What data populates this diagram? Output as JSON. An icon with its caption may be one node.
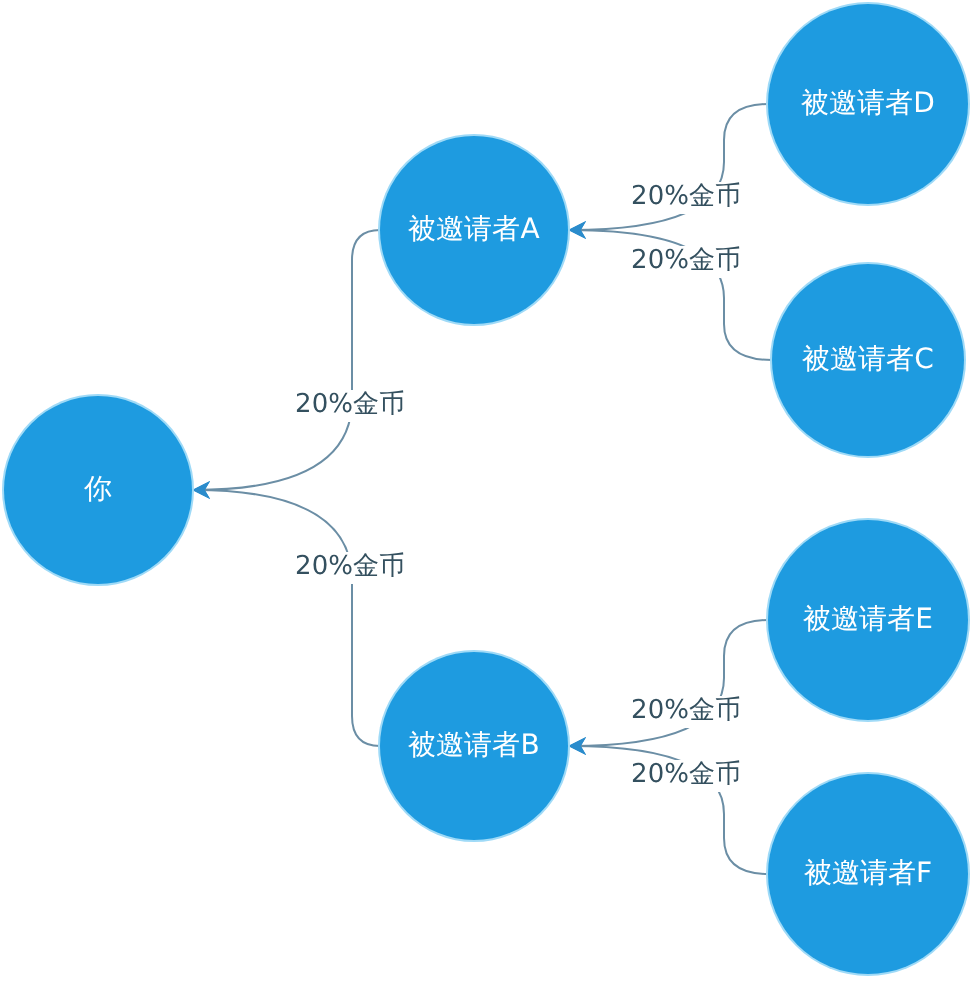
{
  "diagram": {
    "nodes": [
      {
        "text": [
          "你"
        ]
      },
      {
        "text": [
          "被邀请者A"
        ]
      },
      {
        "text": [
          "被邀请者D"
        ]
      },
      {
        "text": [
          "被邀请者C"
        ]
      },
      {
        "text": [
          "被邀请者B"
        ]
      },
      {
        "text": [
          "被邀请者E"
        ]
      },
      {
        "text": [
          "被邀请者F"
        ]
      }
    ],
    "edges": [
      {
        "from": 1,
        "to": 0,
        "arrow": "to",
        "label": "20%金币"
      },
      {
        "from": 4,
        "to": 0,
        "arrow": "to",
        "label": "20%金币"
      },
      {
        "from": 2,
        "to": 1,
        "arrow": "to",
        "label": "20%金币"
      },
      {
        "from": 3,
        "to": 1,
        "arrow": "to",
        "label": "20%金币"
      },
      {
        "from": 5,
        "to": 4,
        "arrow": "to",
        "label": "20%金币"
      },
      {
        "from": 6,
        "to": 4,
        "arrow": "to",
        "label": "20%金币"
      }
    ]
  }
}
